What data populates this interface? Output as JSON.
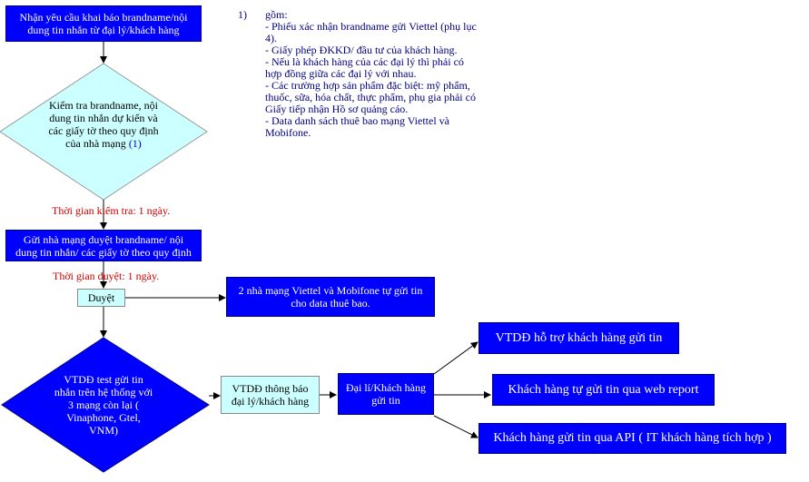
{
  "colors": {
    "box_blue": "#0000ff",
    "box_cyan": "#ccffff",
    "diamond_cyan": "#ccffff",
    "diamond_blue": "#0000ff",
    "note_red": "#cc0000",
    "notes_text": "#000080"
  },
  "nodes": {
    "receive": "Nhận yêu cầu khai báo brandname/nội dung tin nhắn từ đại lý/khách hàng",
    "check_main": "Kiểm tra brandname, nội dung tin nhắn dự kiến và các giấy tờ theo quy định của nhà mạng",
    "check_ref": "(1)",
    "send_operators": "Gửi nhà mạng duyệt brandname/ nội dung tin nhắn/ các giấy tờ theo quy định",
    "approved": "Duyệt",
    "viettel_mobifone": "2 nhà mạng Viettel và Mobifone tự gửi tin cho data thuê bao.",
    "test": "VTDĐ test gửi tin nhắn trên hệ thống với 3 mạng còn lại ( Vinaphone, Gtel, VNM)",
    "notify": "VTDĐ thông báo đại lý/khách hàng",
    "agent_send": "Đại lí/Khách hàng gửi tin",
    "support": "VTDĐ hỗ trợ khách hàng gửi tin",
    "web_report": "Khách hàng tự gửi tin qua web report",
    "api": "Khách hàng gửi tin qua API ( IT khách hàng tích hợp )"
  },
  "timings": {
    "check_time": "Thời gian kiểm tra: 1 ngày.",
    "approve_time": "Thời gian duyệt: 1 ngày."
  },
  "notes": {
    "number": "1)",
    "heading": "gồm:",
    "items": [
      "- Phiếu xác nhận brandname gửi Viettel (phụ lục 4).",
      "- Giấy phép ĐKKD/ đầu tư của khách hàng.",
      "- Nếu là khách hàng của các đại lý thì phải có hợp đồng giữa các đại lý với nhau.",
      "- Các trường hợp sản phẩm đặc biệt: mỹ phẩm, thuốc, sữa, hóa chất, thực phẩm, phụ gia phải có Giấy tiếp nhận Hồ sơ quảng cáo.",
      "- Data danh sách thuê bao mạng Viettel và Mobifone."
    ]
  }
}
